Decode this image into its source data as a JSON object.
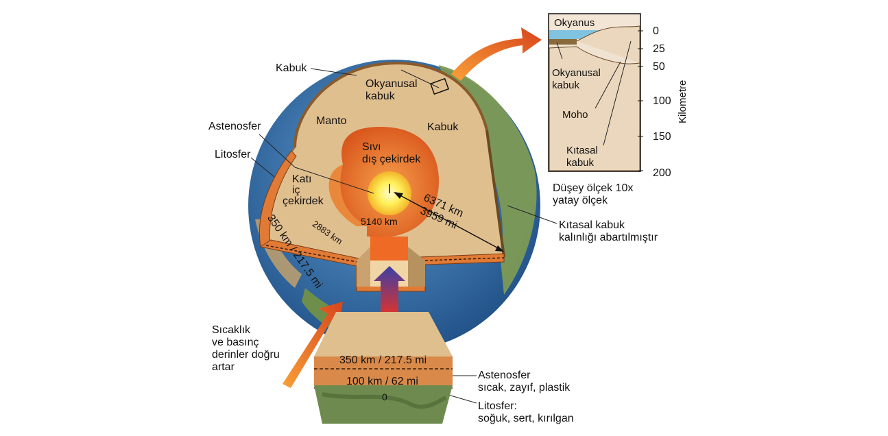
{
  "labels": {
    "kabuk_top": "Kabuk",
    "okyanusal_kabuk": [
      "Okyanusal",
      "kabuk"
    ],
    "manto": "Manto",
    "kabuk_right": "Kabuk",
    "astenosfer": "Astenosfer",
    "litosfer": "Litosfer",
    "sivi_dis": [
      "Sıvı",
      "dış çekirdek"
    ],
    "kati_ic": [
      "Katı",
      "iç",
      "çekirdek"
    ],
    "d5140": "5140 km",
    "d2883": "2883 km",
    "d350": "350 km / 217.5 mi",
    "r6371": "6371 km",
    "r3959": "3959 mi",
    "kitasal_abart": [
      "Kıtasal kabuk",
      "kalınlığı abartılmıştır"
    ],
    "sicaklik": [
      "Sıcaklık",
      "ve basınç",
      "derinler doğru",
      "artar"
    ],
    "block_350": "350 km / 217.5 mi",
    "block_100": "100 km / 62 mi",
    "block_0": "0",
    "asth_desc": [
      "Astenosfer",
      "sıcak, zayıf, plastik"
    ],
    "lito_desc": [
      "Litosfer:",
      "soğuk, sert, kırılgan"
    ]
  },
  "inset": {
    "okyanus": "Okyanus",
    "okyanusal_kabuk": [
      "Okyanusal",
      "kabuk"
    ],
    "moho": "Moho",
    "kitasal_kabuk": [
      "Kıtasal",
      "kabuk"
    ],
    "axis_label": "Kilometre",
    "ticks": [
      "0",
      "25",
      "50",
      "100",
      "150",
      "200"
    ],
    "scale_note": [
      "Düşey ölçek 10x",
      "yatay ölçek"
    ]
  },
  "colors": {
    "ocean": "#2f6fa8",
    "land": "#6f8f4a",
    "crust": "#e3c59a",
    "mantle": "#dcb888",
    "outer_core": "#e8702a",
    "inner_core": "#ffe23a",
    "asthenosphere": "#e07a35",
    "arrow": "#e86a1e"
  }
}
